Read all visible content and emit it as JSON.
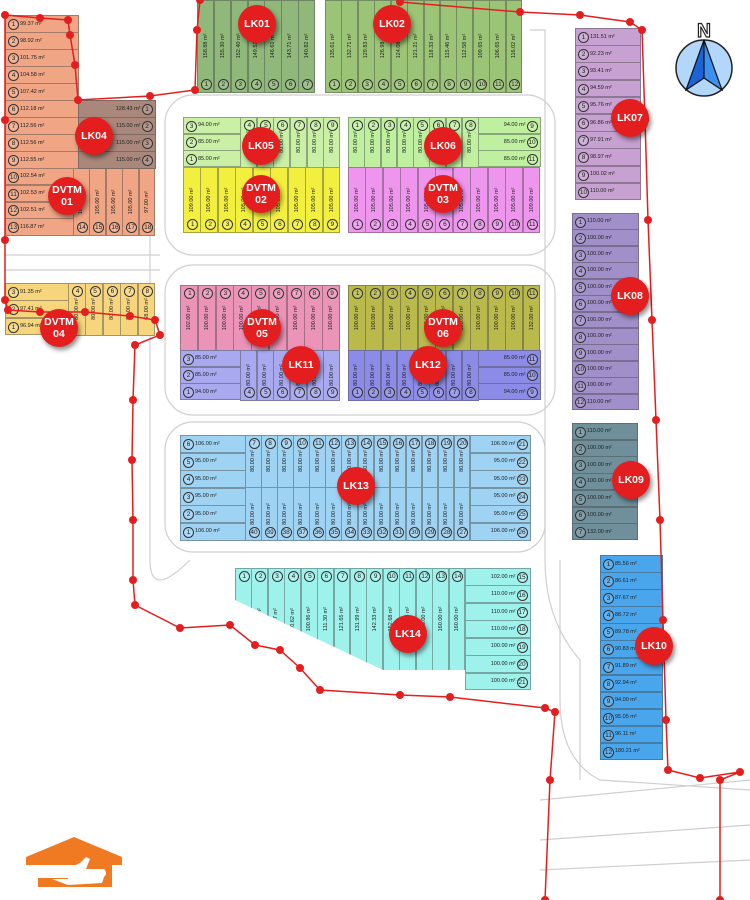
{
  "compass": {
    "label": "N",
    "icon": "north-arrow-icon"
  },
  "logo": {
    "icon": "house-thumbs-up-logo",
    "color": "#f07a22"
  },
  "boundary_color": "#e41e1e",
  "blocks": {
    "lk01": {
      "label": "LK01",
      "color": "#8fb87a",
      "plots": [
        {
          "no": "1",
          "area": "158.88 m²"
        },
        {
          "no": "2",
          "area": "155.30 m²"
        },
        {
          "no": "3",
          "area": "152.40 m²"
        },
        {
          "no": "4",
          "area": "149.51 m²"
        },
        {
          "no": "5",
          "area": "146.61 m²"
        },
        {
          "no": "6",
          "area": "143.71 m²"
        },
        {
          "no": "7",
          "area": "140.82 m²"
        }
      ]
    },
    "lk02": {
      "label": "LK02",
      "color": "#9cc476",
      "plots": [
        {
          "no": "1",
          "area": "135.61 m²"
        },
        {
          "no": "2",
          "area": "132.71 m²"
        },
        {
          "no": "3",
          "area": "129.83 m²"
        },
        {
          "no": "4",
          "area": "126.98 m²"
        },
        {
          "no": "5",
          "area": "124.08 m²"
        },
        {
          "no": "6",
          "area": "121.21 m²"
        },
        {
          "no": "7",
          "area": "118.33 m²"
        },
        {
          "no": "8",
          "area": "115.46 m²"
        },
        {
          "no": "9",
          "area": "112.58 m²"
        },
        {
          "no": "10",
          "area": "109.65 m²"
        },
        {
          "no": "11",
          "area": "106.65 m²"
        },
        {
          "no": "12",
          "area": "116.02 m²"
        }
      ]
    },
    "dvtm01": {
      "label": "DVTM\n01",
      "color": "#f0a584",
      "plots": [
        {
          "no": "1",
          "area": "99.37 m²"
        },
        {
          "no": "2",
          "area": "98.92 m²"
        },
        {
          "no": "3",
          "area": "101.75 m²"
        },
        {
          "no": "4",
          "area": "104.58 m²"
        },
        {
          "no": "5",
          "area": "107.42 m²"
        },
        {
          "no": "6",
          "area": "112.18 m²"
        },
        {
          "no": "7",
          "area": "112.56 m²"
        },
        {
          "no": "8",
          "area": "112.56 m²"
        },
        {
          "no": "9",
          "area": "112.55 m²"
        },
        {
          "no": "10",
          "area": "102.54 m²"
        },
        {
          "no": "11",
          "area": "102.53 m²"
        },
        {
          "no": "12",
          "area": "102.51 m²"
        },
        {
          "no": "13",
          "area": "116.87 m²"
        },
        {
          "no": "14",
          "area": "105.00 m²"
        },
        {
          "no": "15",
          "area": "105.00 m²"
        },
        {
          "no": "16",
          "area": "105.00 m²"
        },
        {
          "no": "17",
          "area": "105.00 m²"
        },
        {
          "no": "18",
          "area": "97.00 m²"
        }
      ]
    },
    "lk04": {
      "label": "LK04",
      "color": "#a9877a",
      "plots": [
        {
          "no": "1",
          "area": "128.43 m²"
        },
        {
          "no": "2",
          "area": "115.00 m²"
        },
        {
          "no": "3",
          "area": "115.00 m²"
        },
        {
          "no": "4",
          "area": "115.00 m²"
        }
      ]
    },
    "dvtm04": {
      "label": "DVTM\n04",
      "color": "#f7d57d",
      "plots": [
        {
          "no": "1",
          "area": "96.94 m²"
        },
        {
          "no": "2",
          "area": "97.41 m²"
        },
        {
          "no": "3",
          "area": "91.35 m²"
        },
        {
          "no": "4",
          "area": "80.00 m²"
        },
        {
          "no": "5",
          "area": "80.00 m²"
        },
        {
          "no": "6",
          "area": "80.00 m²"
        },
        {
          "no": "7",
          "area": "80.00 m²"
        },
        {
          "no": "8",
          "area": "68.00 m²"
        }
      ]
    },
    "lk05": {
      "label": "LK05",
      "color": "#c9f0a4",
      "plots": [
        {
          "no": "1",
          "area": "85.00 m²"
        },
        {
          "no": "2",
          "area": "85.00 m²"
        },
        {
          "no": "3",
          "area": "94.00 m²"
        },
        {
          "no": "4",
          "area": "80.00 m²"
        },
        {
          "no": "5",
          "area": "80.00 m²"
        },
        {
          "no": "6",
          "area": "80.00 m²"
        },
        {
          "no": "7",
          "area": "80.00 m²"
        },
        {
          "no": "8",
          "area": "80.00 m²"
        },
        {
          "no": "9",
          "area": "80.00 m²"
        }
      ]
    },
    "dvtm02": {
      "label": "DVTM\n02",
      "color": "#f3ef3e",
      "plots": [
        {
          "no": "1",
          "area": "109.00 m²"
        },
        {
          "no": "2",
          "area": "105.00 m²"
        },
        {
          "no": "3",
          "area": "105.00 m²"
        },
        {
          "no": "4",
          "area": "105.00 m²"
        },
        {
          "no": "5",
          "area": "105.00 m²"
        },
        {
          "no": "6",
          "area": "105.00 m²"
        },
        {
          "no": "7",
          "area": "105.00 m²"
        },
        {
          "no": "8",
          "area": "105.00 m²"
        },
        {
          "no": "9",
          "area": "105.00 m²"
        }
      ]
    },
    "lk06": {
      "label": "LK06",
      "color": "#bff0a0",
      "plots": [
        {
          "no": "1",
          "area": "80.00 m²"
        },
        {
          "no": "2",
          "area": "80.00 m²"
        },
        {
          "no": "3",
          "area": "80.00 m²"
        },
        {
          "no": "4",
          "area": "80.00 m²"
        },
        {
          "no": "5",
          "area": "80.00 m²"
        },
        {
          "no": "6",
          "area": "80.00 m²"
        },
        {
          "no": "7",
          "area": "80.00 m²"
        },
        {
          "no": "8",
          "area": "80.00 m²"
        },
        {
          "no": "9",
          "area": "94.00 m²"
        },
        {
          "no": "10",
          "area": "85.00 m²"
        },
        {
          "no": "11",
          "area": "85.00 m²"
        }
      ]
    },
    "dvtm03": {
      "label": "DVTM\n03",
      "color": "#ee96ee",
      "plots": [
        {
          "no": "1",
          "area": "105.00 m²"
        },
        {
          "no": "2",
          "area": "105.00 m²"
        },
        {
          "no": "3",
          "area": "105.00 m²"
        },
        {
          "no": "4",
          "area": "105.00 m²"
        },
        {
          "no": "5",
          "area": "105.00 m²"
        },
        {
          "no": "6",
          "area": "105.00 m²"
        },
        {
          "no": "7",
          "area": "105.00 m²"
        },
        {
          "no": "8",
          "area": "105.00 m²"
        },
        {
          "no": "9",
          "area": "105.00 m²"
        },
        {
          "no": "10",
          "area": "105.00 m²"
        },
        {
          "no": "11",
          "area": "109.00 m²"
        }
      ]
    },
    "dvtm05": {
      "label": "DVTM\n05",
      "color": "#ec93b8",
      "plots": [
        {
          "no": "1",
          "area": "102.00 m²"
        },
        {
          "no": "2",
          "area": "100.00 m²"
        },
        {
          "no": "3",
          "area": "100.00 m²"
        },
        {
          "no": "4",
          "area": "100.00 m²"
        },
        {
          "no": "5",
          "area": "100.00 m²"
        },
        {
          "no": "6",
          "area": "100.00 m²"
        },
        {
          "no": "7",
          "area": "100.00 m²"
        },
        {
          "no": "8",
          "area": "100.00 m²"
        },
        {
          "no": "9",
          "area": "100.00 m²"
        }
      ]
    },
    "lk11": {
      "label": "LK11",
      "color": "#a9a9f0",
      "plots": [
        {
          "no": "1",
          "area": "94.00 m²"
        },
        {
          "no": "2",
          "area": "85.00 m²"
        },
        {
          "no": "3",
          "area": "85.00 m²"
        },
        {
          "no": "4",
          "area": "80.00 m²"
        },
        {
          "no": "5",
          "area": "80.00 m²"
        },
        {
          "no": "6",
          "area": "80.00 m²"
        },
        {
          "no": "7",
          "area": "80.00 m²"
        },
        {
          "no": "8",
          "area": "80.00 m²"
        },
        {
          "no": "9",
          "area": "80.00 m²"
        }
      ]
    },
    "dvtm06": {
      "label": "DVTM\n06",
      "color": "#b9b94c",
      "plots": [
        {
          "no": "1",
          "area": "100.00 m²"
        },
        {
          "no": "2",
          "area": "100.00 m²"
        },
        {
          "no": "3",
          "area": "100.00 m²"
        },
        {
          "no": "4",
          "area": "100.00 m²"
        },
        {
          "no": "5",
          "area": "100.00 m²"
        },
        {
          "no": "6",
          "area": "100.00 m²"
        },
        {
          "no": "7",
          "area": "100.00 m²"
        },
        {
          "no": "8",
          "area": "100.00 m²"
        },
        {
          "no": "9",
          "area": "100.00 m²"
        },
        {
          "no": "10",
          "area": "100.00 m²"
        },
        {
          "no": "11",
          "area": "132.00 m²"
        }
      ]
    },
    "lk12": {
      "label": "LK12",
      "color": "#8c8ce8",
      "plots": [
        {
          "no": "1",
          "area": "80.00 m²"
        },
        {
          "no": "2",
          "area": "80.00 m²"
        },
        {
          "no": "3",
          "area": "80.00 m²"
        },
        {
          "no": "4",
          "area": "80.00 m²"
        },
        {
          "no": "5",
          "area": "80.00 m²"
        },
        {
          "no": "6",
          "area": "80.00 m²"
        },
        {
          "no": "7",
          "area": "80.00 m²"
        },
        {
          "no": "8",
          "area": "80.00 m²"
        },
        {
          "no": "9",
          "area": "94.00 m²"
        },
        {
          "no": "10",
          "area": "85.00 m²"
        },
        {
          "no": "11",
          "area": "85.00 m²"
        }
      ]
    },
    "lk13": {
      "label": "LK13",
      "color": "#9fd3f3",
      "plots": [
        {
          "no": "1",
          "area": "106.00 m²"
        },
        {
          "no": "2",
          "area": "95.00 m²"
        },
        {
          "no": "3",
          "area": "95.00 m²"
        },
        {
          "no": "4",
          "area": "95.00 m²"
        },
        {
          "no": "5",
          "area": "95.00 m²"
        },
        {
          "no": "6",
          "area": "106.00 m²"
        },
        {
          "no": "7",
          "area": "80.00 m²"
        },
        {
          "no": "8",
          "area": "80.00 m²"
        },
        {
          "no": "9",
          "area": "80.00 m²"
        },
        {
          "no": "10",
          "area": "80.00 m²"
        },
        {
          "no": "11",
          "area": "80.00 m²"
        },
        {
          "no": "12",
          "area": "80.00 m²"
        },
        {
          "no": "13",
          "area": "80.00 m²"
        },
        {
          "no": "14",
          "area": "80.00 m²"
        },
        {
          "no": "15",
          "area": "80.00 m²"
        },
        {
          "no": "16",
          "area": "80.00 m²"
        },
        {
          "no": "17",
          "area": "80.00 m²"
        },
        {
          "no": "18",
          "area": "80.00 m²"
        },
        {
          "no": "19",
          "area": "80.00 m²"
        },
        {
          "no": "20",
          "area": "80.00 m²"
        },
        {
          "no": "21",
          "area": "106.00 m²"
        },
        {
          "no": "22",
          "area": "95.00 m²"
        },
        {
          "no": "23",
          "area": "95.00 m²"
        },
        {
          "no": "24",
          "area": "95.00 m²"
        },
        {
          "no": "25",
          "area": "95.00 m²"
        },
        {
          "no": "26",
          "area": "106.00 m²"
        },
        {
          "no": "27",
          "area": "80.00 m²"
        },
        {
          "no": "28",
          "area": "80.00 m²"
        },
        {
          "no": "29",
          "area": "80.00 m²"
        },
        {
          "no": "30",
          "area": "80.00 m²"
        },
        {
          "no": "31",
          "area": "80.00 m²"
        },
        {
          "no": "32",
          "area": "80.00 m²"
        },
        {
          "no": "33",
          "area": "80.00 m²"
        },
        {
          "no": "34",
          "area": "80.00 m²"
        },
        {
          "no": "35",
          "area": "80.00 m²"
        },
        {
          "no": "36",
          "area": "80.00 m²"
        },
        {
          "no": "37",
          "area": "80.00 m²"
        },
        {
          "no": "38",
          "area": "80.00 m²"
        },
        {
          "no": "39",
          "area": "80.00 m²"
        },
        {
          "no": "40",
          "area": "80.00 m²"
        }
      ]
    },
    "lk14": {
      "label": "LK14",
      "color": "#9ef2ec",
      "plots": [
        {
          "no": "1",
          "area": "67.78 m²"
        },
        {
          "no": "2",
          "area": "82.68 m²"
        },
        {
          "no": "3",
          "area": "80.27 m²"
        },
        {
          "no": "4",
          "area": "90.62 m²"
        },
        {
          "no": "5",
          "area": "100.96 m²"
        },
        {
          "no": "6",
          "area": "111.30 m²"
        },
        {
          "no": "7",
          "area": "121.65 m²"
        },
        {
          "no": "8",
          "area": "131.99 m²"
        },
        {
          "no": "9",
          "area": "142.33 m²"
        },
        {
          "no": "10",
          "area": "152.68 m²"
        },
        {
          "no": "11",
          "area": "159.78 m²"
        },
        {
          "no": "12",
          "area": "160.00 m²"
        },
        {
          "no": "13",
          "area": "160.00 m²"
        },
        {
          "no": "14",
          "area": "160.00 m²"
        },
        {
          "no": "15",
          "area": "102.00 m²"
        },
        {
          "no": "16",
          "area": "110.00 m²"
        },
        {
          "no": "17",
          "area": "110.00 m²"
        },
        {
          "no": "18",
          "area": "110.00 m²"
        },
        {
          "no": "19",
          "area": "100.00 m²"
        },
        {
          "no": "20",
          "area": "100.00 m²"
        },
        {
          "no": "21",
          "area": "100.00 m²"
        }
      ]
    },
    "lk07": {
      "label": "LK07",
      "color": "#c7a1d1",
      "plots": [
        {
          "no": "1",
          "area": "131.51 m²"
        },
        {
          "no": "2",
          "area": "92.23 m²"
        },
        {
          "no": "3",
          "area": "93.41 m²"
        },
        {
          "no": "4",
          "area": "94.59 m²"
        },
        {
          "no": "5",
          "area": "95.76 m²"
        },
        {
          "no": "6",
          "area": "96.86 m²"
        },
        {
          "no": "7",
          "area": "97.91 m²"
        },
        {
          "no": "8",
          "area": "98.97 m²"
        },
        {
          "no": "9",
          "area": "100.02 m²"
        },
        {
          "no": "10",
          "area": "110.00 m²"
        }
      ]
    },
    "lk08": {
      "label": "LK08",
      "color": "#a08fc9",
      "plots": [
        {
          "no": "1",
          "area": "110.00 m²"
        },
        {
          "no": "2",
          "area": "100.00 m²"
        },
        {
          "no": "3",
          "area": "100.00 m²"
        },
        {
          "no": "4",
          "area": "100.00 m²"
        },
        {
          "no": "5",
          "area": "100.00 m²"
        },
        {
          "no": "6",
          "area": "100.00 m²"
        },
        {
          "no": "7",
          "area": "100.00 m²"
        },
        {
          "no": "8",
          "area": "100.00 m²"
        },
        {
          "no": "9",
          "area": "100.00 m²"
        },
        {
          "no": "10",
          "area": "100.00 m²"
        },
        {
          "no": "11",
          "area": "100.00 m²"
        },
        {
          "no": "12",
          "area": "110.00 m²"
        }
      ]
    },
    "lk09": {
      "label": "LK09",
      "color": "#6f8f9b",
      "plots": [
        {
          "no": "1",
          "area": "110.00 m²"
        },
        {
          "no": "2",
          "area": "100.00 m²"
        },
        {
          "no": "3",
          "area": "100.00 m²"
        },
        {
          "no": "4",
          "area": "100.00 m²"
        },
        {
          "no": "5",
          "area": "100.00 m²"
        },
        {
          "no": "6",
          "area": "100.00 m²"
        },
        {
          "no": "7",
          "area": "132.00 m²"
        }
      ]
    },
    "lk10": {
      "label": "LK10",
      "color": "#4aa6ec",
      "plots": [
        {
          "no": "1",
          "area": "85.56 m²"
        },
        {
          "no": "2",
          "area": "86.61 m²"
        },
        {
          "no": "3",
          "area": "87.67 m²"
        },
        {
          "no": "4",
          "area": "88.72 m²"
        },
        {
          "no": "5",
          "area": "89.78 m²"
        },
        {
          "no": "6",
          "area": "90.83 m²"
        },
        {
          "no": "7",
          "area": "91.89 m²"
        },
        {
          "no": "8",
          "area": "92.94 m²"
        },
        {
          "no": "9",
          "area": "94.00 m²"
        },
        {
          "no": "10",
          "area": "95.05 m²"
        },
        {
          "no": "11",
          "area": "96.11 m²"
        },
        {
          "no": "12",
          "area": "180.21 m²"
        }
      ]
    }
  }
}
